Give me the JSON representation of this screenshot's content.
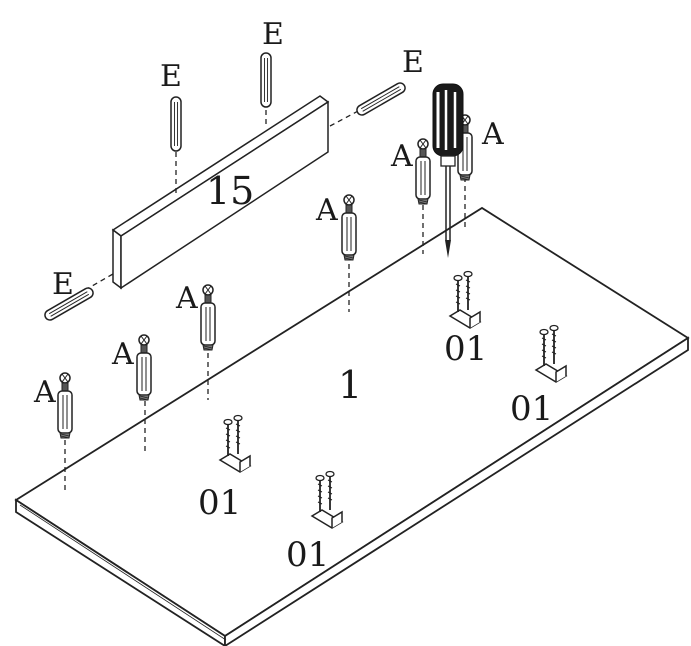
{
  "parts": {
    "panel_main": "1",
    "panel_board": "15",
    "cam_bolt": "A",
    "dowel": "E",
    "bracket": "01"
  }
}
